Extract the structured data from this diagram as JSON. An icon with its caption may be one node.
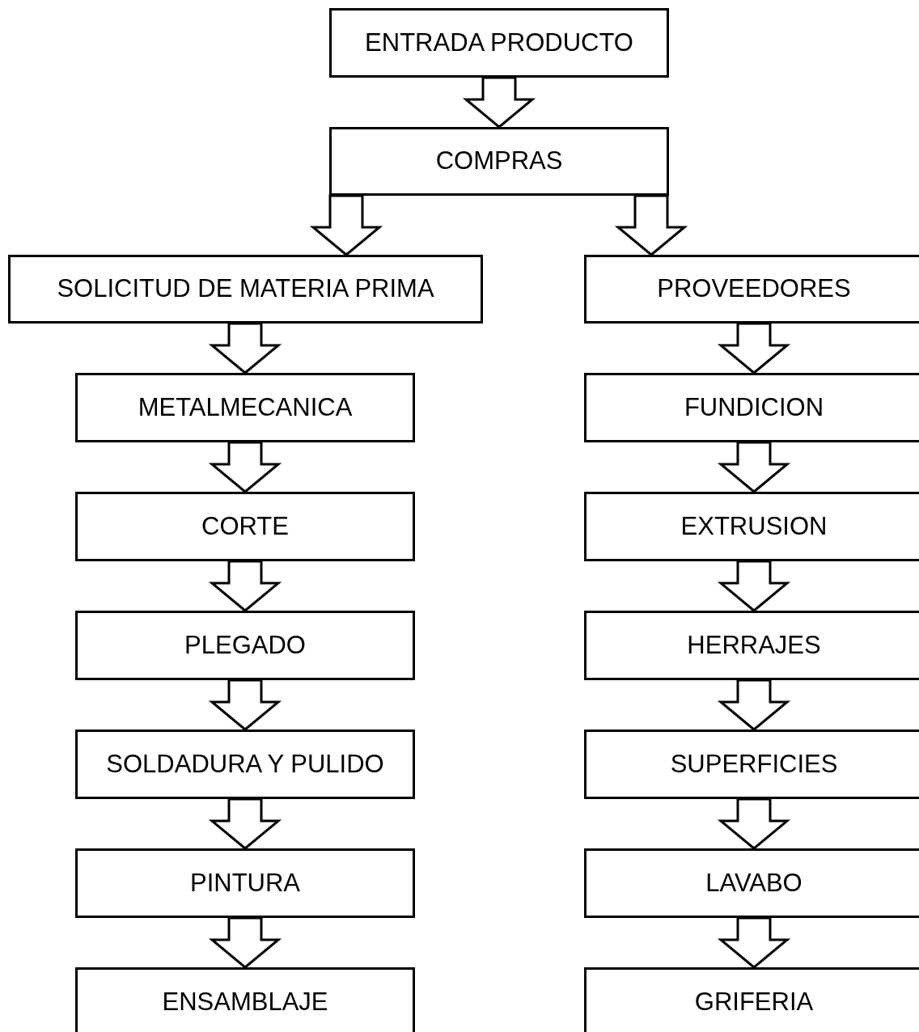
{
  "diagram": {
    "nodes": [
      {
        "text": [
          "ENTRADA PRODUCTO"
        ]
      },
      {
        "text": [
          "COMPRAS"
        ]
      },
      {
        "text": [
          "SOLICITUD DE MATERIA PRIMA"
        ]
      },
      {
        "text": [
          "PROVEEDORES"
        ]
      },
      {
        "text": [
          "METALMECANICA"
        ]
      },
      {
        "text": [
          "FUNDICION"
        ]
      },
      {
        "text": [
          "CORTE"
        ]
      },
      {
        "text": [
          "EXTRUSION"
        ]
      },
      {
        "text": [
          "PLEGADO"
        ]
      },
      {
        "text": [
          "HERRAJES"
        ]
      },
      {
        "text": [
          "SOLDADURA Y PULIDO"
        ]
      },
      {
        "text": [
          "SUPERFICIES"
        ]
      },
      {
        "text": [
          "PINTURA"
        ]
      },
      {
        "text": [
          "LAVABO"
        ]
      },
      {
        "text": [
          "ENSAMBLAJE"
        ]
      },
      {
        "text": [
          "GRIFERIA"
        ]
      }
    ],
    "edges": [
      {
        "from": 0,
        "to": 1,
        "arrow": "to"
      },
      {
        "from": 1,
        "to": 2,
        "arrow": "to"
      },
      {
        "from": 1,
        "to": 3,
        "arrow": "to"
      },
      {
        "from": 2,
        "to": 4,
        "arrow": "to"
      },
      {
        "from": 4,
        "to": 6,
        "arrow": "to"
      },
      {
        "from": 6,
        "to": 8,
        "arrow": "to"
      },
      {
        "from": 8,
        "to": 10,
        "arrow": "to"
      },
      {
        "from": 10,
        "to": 12,
        "arrow": "to"
      },
      {
        "from": 12,
        "to": 14,
        "arrow": "to"
      },
      {
        "from": 3,
        "to": 5,
        "arrow": "to"
      },
      {
        "from": 5,
        "to": 7,
        "arrow": "to"
      },
      {
        "from": 7,
        "to": 9,
        "arrow": "to"
      },
      {
        "from": 9,
        "to": 11,
        "arrow": "to"
      },
      {
        "from": 11,
        "to": 13,
        "arrow": "to"
      },
      {
        "from": 13,
        "to": 15,
        "arrow": "to"
      }
    ]
  }
}
